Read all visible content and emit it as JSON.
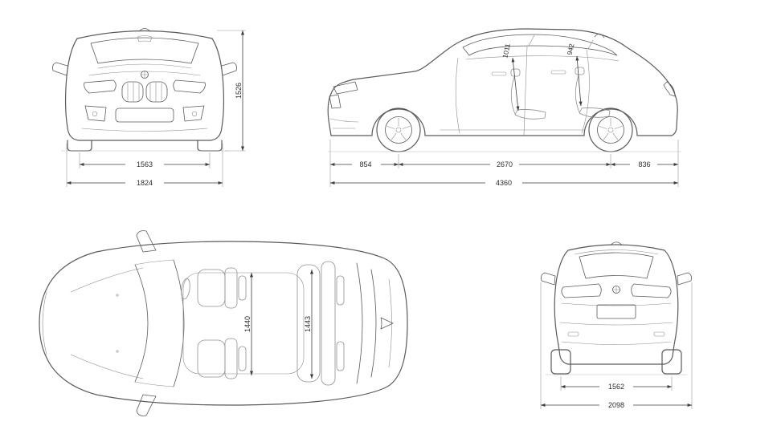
{
  "dims": {
    "front": {
      "height": "1526",
      "track": "1563",
      "width": "1824"
    },
    "side": {
      "front_headroom": "1011",
      "rear_headroom": "942",
      "front_overhang": "854",
      "wheelbase": "2670",
      "rear_overhang": "836",
      "length": "4360"
    },
    "top": {
      "cabin_width_front": "1440",
      "cabin_width_rear": "1443"
    },
    "rear": {
      "track": "1562",
      "width": "2098"
    }
  },
  "colors": {
    "linework": "#5a5a5a",
    "dimension": "#3d3d3d",
    "extension": "#9a9a9a",
    "seat": "#8f8f8f",
    "background": "#ffffff"
  }
}
